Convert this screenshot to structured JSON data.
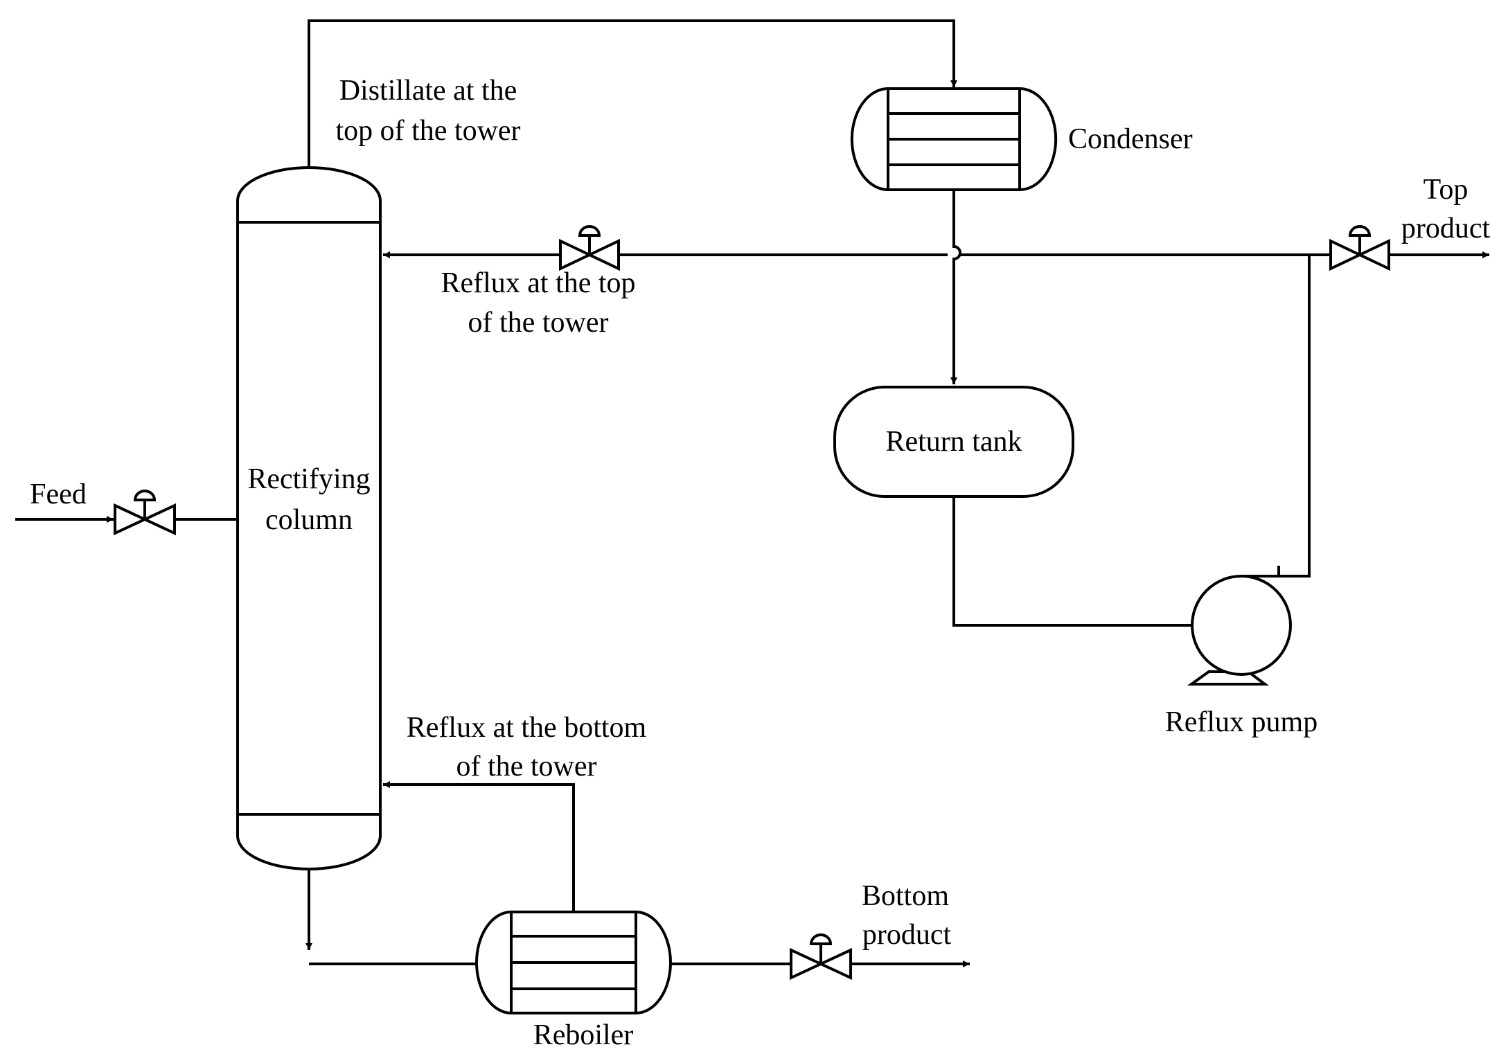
{
  "labels": {
    "distillate_line1": "Distillate at the",
    "distillate_line2": "top of the tower",
    "condenser": "Condenser",
    "top_product_line1": "Top",
    "top_product_line2": "product",
    "reflux_top_line1": "Reflux at the top",
    "reflux_top_line2": "of the tower",
    "return_tank": "Return tank",
    "feed": "Feed",
    "column_line1": "Rectifying",
    "column_line2": "column",
    "reflux_pump": "Reflux pump",
    "reflux_bottom_line1": "Reflux at the bottom",
    "reflux_bottom_line2": "of the tower",
    "bottom_product_line1": "Bottom",
    "bottom_product_line2": "product",
    "reboiler": "Reboiler"
  }
}
